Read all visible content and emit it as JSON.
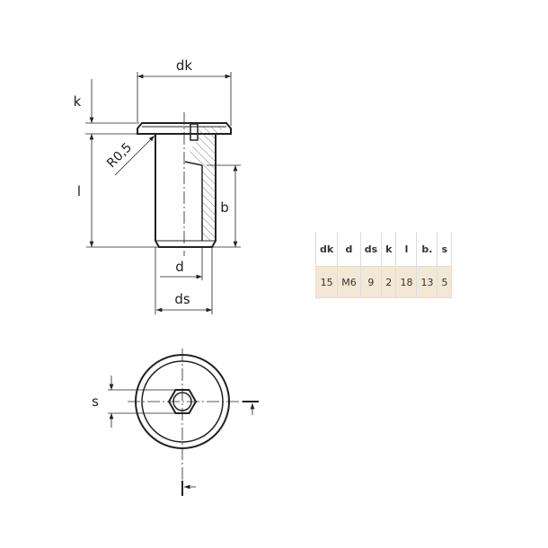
{
  "drawing": {
    "labels": {
      "dk": "dk",
      "k": "k",
      "l": "l",
      "r": "R0,5",
      "b": "b",
      "d": "d",
      "ds": "ds",
      "s": "s"
    }
  },
  "table": {
    "headers": [
      "dk",
      "d",
      "ds",
      "k",
      "l",
      "b.",
      "s"
    ],
    "rows": [
      [
        "15",
        "M6",
        "9",
        "2",
        "18",
        "13",
        "5"
      ]
    ],
    "row_bg": "#f3e8d6"
  }
}
